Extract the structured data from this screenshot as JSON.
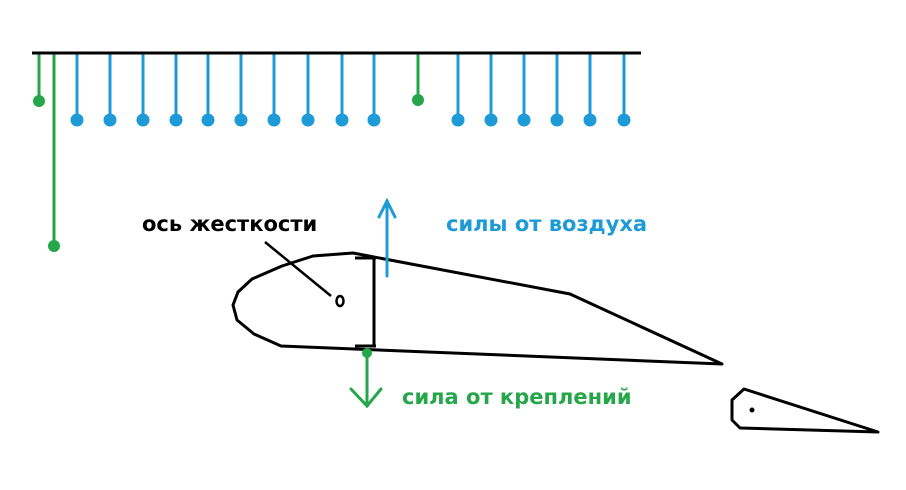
{
  "labels": {
    "stiffness_axis": "ось жесткости",
    "air_forces": "силы от воздуха",
    "mount_force": "сила от креплений"
  },
  "colors": {
    "air": "#1e9bd7",
    "mount": "#26a64a",
    "outline": "#000000",
    "background": "#ffffff"
  }
}
